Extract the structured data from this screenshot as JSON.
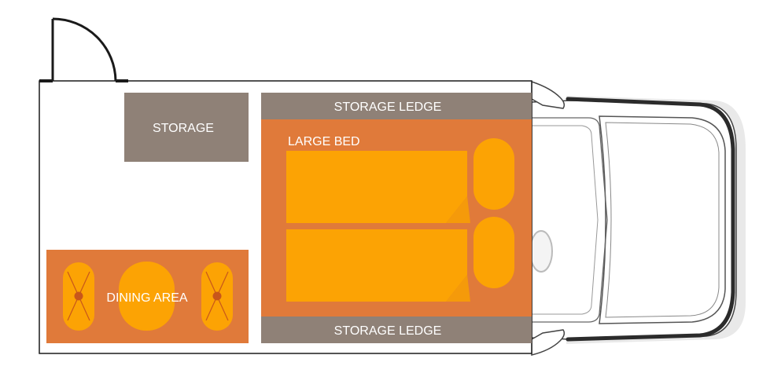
{
  "floorplan": {
    "storage_label": "STORAGE",
    "storage_ledge_top_label": "STORAGE LEDGE",
    "storage_ledge_bottom_label": "STORAGE LEDGE",
    "large_bed_label": "LARGE BED",
    "dining_area_label": "DINING AREA"
  },
  "colors": {
    "wall": "#1a1a1a",
    "storage_gray": "#8f8177",
    "accent_orange": "#e07a3a",
    "cushion_orange": "#fca304",
    "table_pin": "#c8561b",
    "van_outline": "#2b2b2b"
  }
}
